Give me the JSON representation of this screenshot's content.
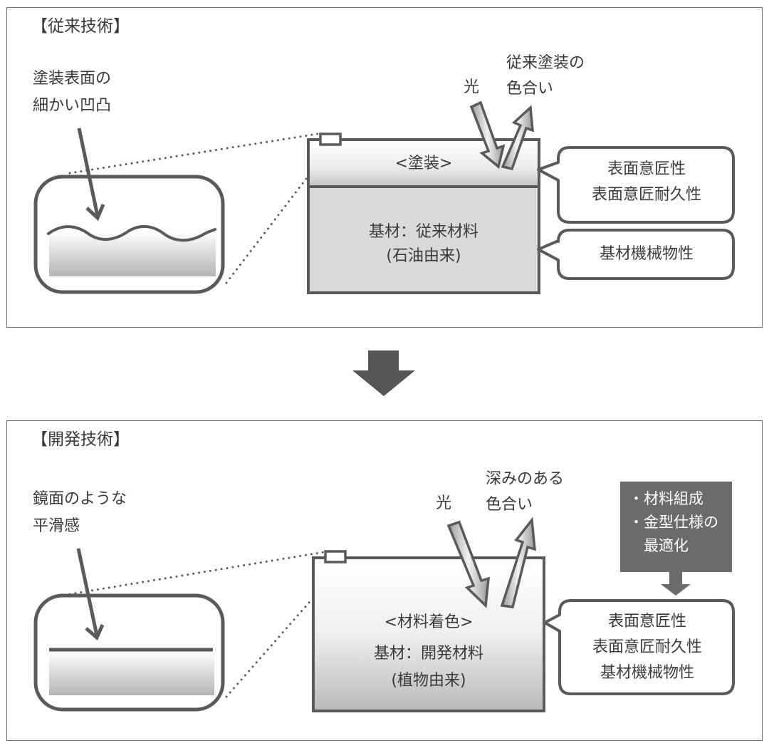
{
  "colors": {
    "stroke": "#5a5a5a",
    "text": "#3a3a3a",
    "panel_border": "#6f6f6f",
    "dark_box": "#6b6b6b",
    "substrate_fill": "#d9d9d9"
  },
  "big_arrow": {
    "icon": "down-arrow-icon"
  },
  "conventional": {
    "title": "【従来技術】",
    "surface_label": [
      "塗装表面の",
      "細かい凹凸"
    ],
    "light_label": "光",
    "reflection_label": [
      "従来塗装の",
      "色合い"
    ],
    "coating_label": "<塗装>",
    "substrate_label": [
      "基材：従来材料",
      "(石油由来)"
    ],
    "callout_coating": [
      "表面意匠性",
      "表面意匠耐久性"
    ],
    "callout_substrate": [
      "基材機械物性"
    ]
  },
  "developed": {
    "title": "【開発技術】",
    "surface_label": [
      "鏡面のような",
      "平滑感"
    ],
    "light_label": "光",
    "reflection_label": [
      "深みのある",
      "色合い"
    ],
    "material_label": "<材料着色>",
    "substrate_label": [
      "基材：開発材料",
      "(植物由来)"
    ],
    "optimization_box": [
      "・材料組成",
      "・金型仕様の",
      "　最適化"
    ],
    "callout": [
      "表面意匠性",
      "表面意匠耐久性",
      "基材機械物性"
    ]
  }
}
